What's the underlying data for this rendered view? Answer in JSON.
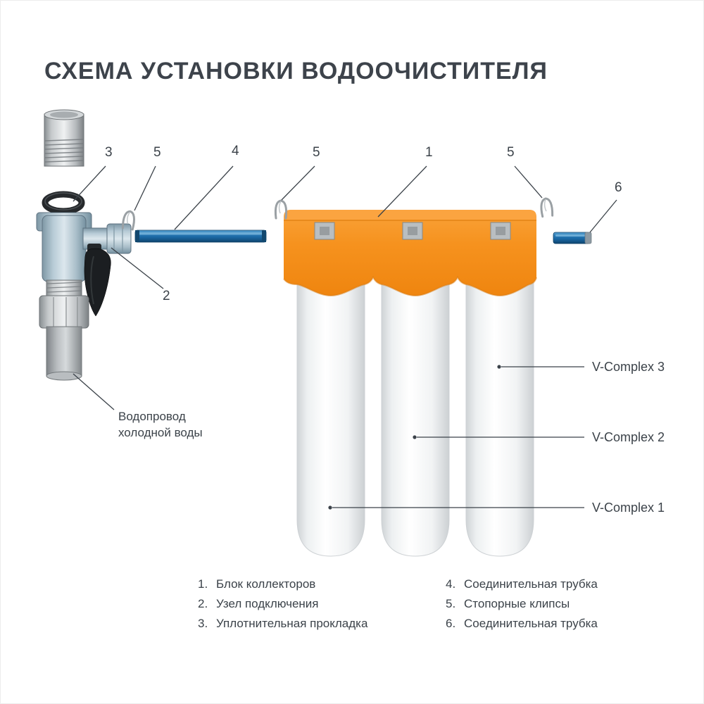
{
  "title": "СХЕМА УСТАНОВКИ ВОДООЧИСТИТЕЛЯ",
  "callouts": {
    "c1": "1",
    "c2": "2",
    "c3": "3",
    "c4": "4",
    "c5a": "5",
    "c5b": "5",
    "c5c": "5",
    "c6": "6"
  },
  "labels": {
    "v_complex_3": "V-Complex 3",
    "v_complex_2": "V-Complex 2",
    "v_complex_1": "V-Complex 1",
    "cold_water_line1": "Водопровод",
    "cold_water_line2": "холодной воды"
  },
  "legend": {
    "left": [
      {
        "num": "1.",
        "text": "Блок коллекторов"
      },
      {
        "num": "2.",
        "text": "Узел подключения"
      },
      {
        "num": "3.",
        "text": "Уплотнительная прокладка"
      }
    ],
    "right": [
      {
        "num": "4.",
        "text": "Соединительная трубка"
      },
      {
        "num": "5.",
        "text": "Стопорные клипсы"
      },
      {
        "num": "6.",
        "text": "Соединительная трубка"
      }
    ]
  },
  "colors": {
    "accent_orange": "#F6921E",
    "tube_blue": "#1B75BB",
    "text": "#3B4249"
  }
}
